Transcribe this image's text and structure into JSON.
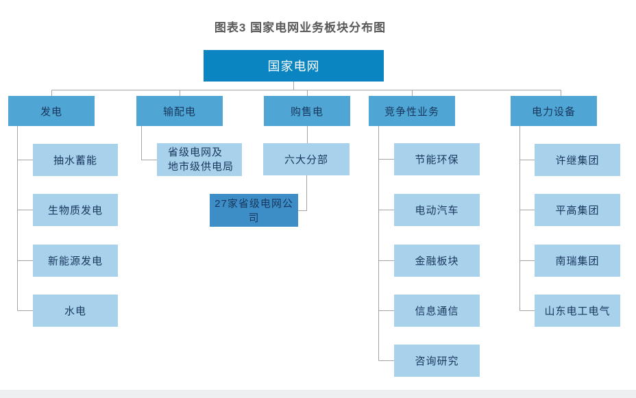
{
  "title": "图表3  国家电网业务板块分布图",
  "root": {
    "label": "国家电网"
  },
  "branches": [
    {
      "label": "发电",
      "children": [
        "抽水蓄能",
        "生物质发电",
        "新能源发电",
        "水电"
      ]
    },
    {
      "label": "输配电",
      "children": [
        [
          "省级电网及",
          "地市级供电局"
        ]
      ]
    },
    {
      "label": "购售电",
      "children": [
        "六大分部"
      ],
      "grandchildren": [
        "27家省级电网公司"
      ]
    },
    {
      "label": "竞争性业务",
      "children": [
        "节能环保",
        "电动汽车",
        "金融板块",
        "信息通信",
        "咨询研究"
      ]
    },
    {
      "label": "电力设备",
      "children": [
        "许继集团",
        "平高集团",
        "南瑞集团",
        "山东电工电气"
      ]
    }
  ],
  "colors": {
    "root_fill": "#0a85c2",
    "root_text": "#ffffff",
    "branch_fill": "#4fa6d4",
    "leaf_fill": "#a8d2ec",
    "highlight_fill": "#3d8ec6",
    "node_text": "#17365d",
    "connector_line": "#a3a3a3",
    "title_text": "#595959"
  }
}
